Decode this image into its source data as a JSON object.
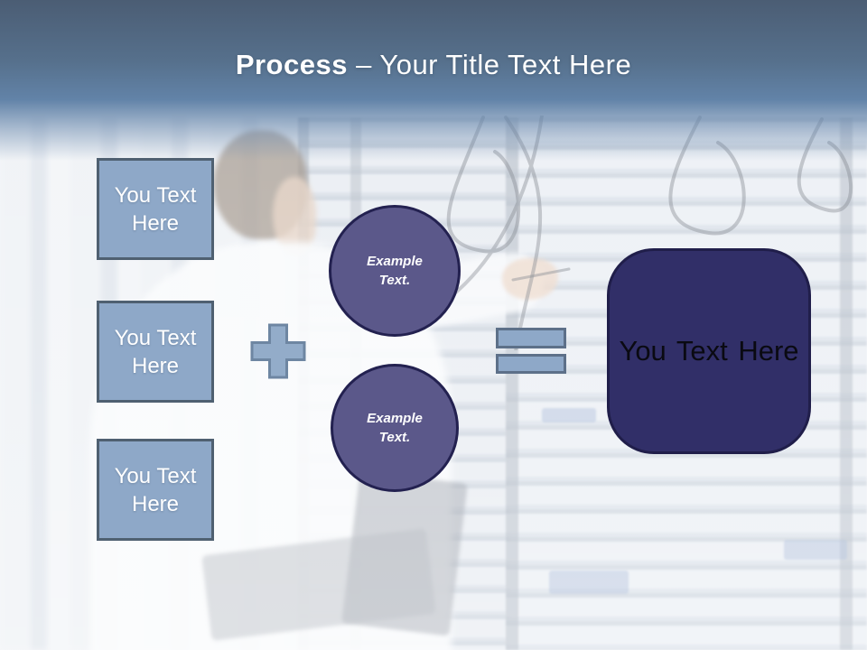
{
  "slide": {
    "title": {
      "emphasis": "Process",
      "rest": "– Your Title Text Here"
    },
    "input_boxes": [
      {
        "label": "You Text Here"
      },
      {
        "label": "You Text Here"
      },
      {
        "label": "You Text Here"
      }
    ],
    "operators": {
      "plus": "plus-icon",
      "equals": "equals-icon"
    },
    "example_circles": [
      {
        "label": "Example Text."
      },
      {
        "label": "Example Text."
      }
    ],
    "result_box": {
      "label": "You Text Here"
    },
    "colors": {
      "header_gradient_top": "#4B5D74",
      "header_gradient_bottom": "#6283A8",
      "title_text": "#FFFFFF",
      "box_fill": "#8EA8C8",
      "box_border": "#4F6071",
      "plus_fill": "#93ACC9",
      "plus_border": "#6E86A2",
      "equals_fill": "#8EA8C8",
      "equals_border": "#5D7089",
      "circle_fill": "#5B588A",
      "circle_border": "#232150",
      "result_fill": "#312F68",
      "result_border": "#201E4A",
      "result_text": "#0A0A12"
    }
  }
}
